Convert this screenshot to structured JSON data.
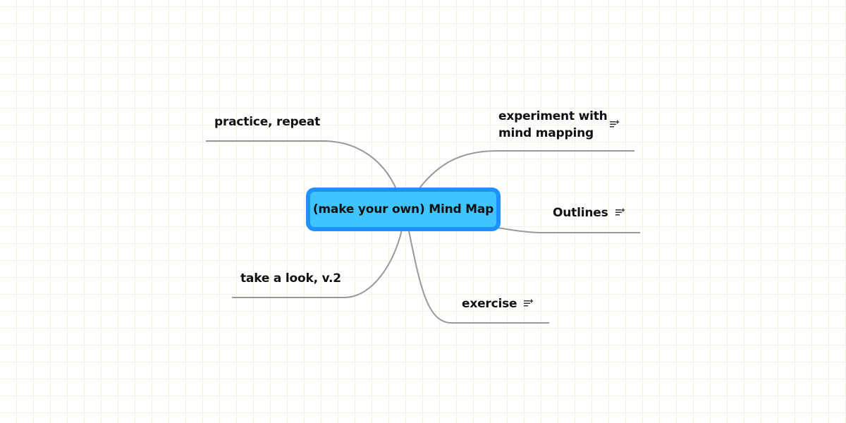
{
  "mindmap": {
    "central": {
      "label": "(make your own) Mind Map",
      "fill": "#40c4ff",
      "border": "#1e90ff"
    },
    "branches": [
      {
        "id": "practice",
        "label": "practice, repeat",
        "side": "left",
        "has_note": false
      },
      {
        "id": "take-a-look",
        "label": "take a look, v.2",
        "side": "left",
        "has_note": false
      },
      {
        "id": "experiment",
        "label_line1": "experiment with",
        "label_line2": "mind mapping",
        "side": "right",
        "has_note": true
      },
      {
        "id": "outlines",
        "label": "Outlines",
        "side": "right",
        "has_note": true
      },
      {
        "id": "exercise",
        "label": "exercise",
        "side": "right",
        "has_note": true
      }
    ],
    "connector_color": "#999999",
    "grid_color": "#eff3e4"
  }
}
